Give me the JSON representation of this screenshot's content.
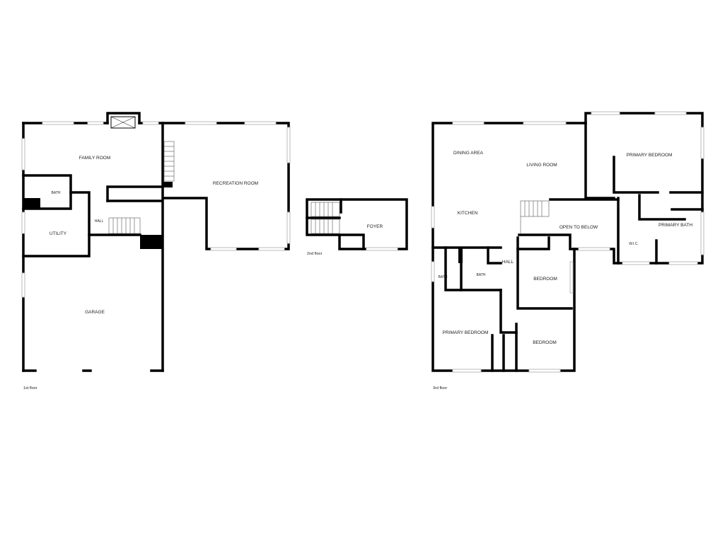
{
  "floors": [
    {
      "name": "1st floor",
      "rooms": [
        "FAMILY ROOM",
        "BATH",
        "UTILITY",
        "HALL",
        "GARAGE",
        "RECREATION ROOM"
      ]
    },
    {
      "name": "2nd floor",
      "rooms": [
        "FOYER"
      ]
    },
    {
      "name": "3rd floor",
      "rooms": [
        "DINING AREA",
        "LIVING ROOM",
        "PRIMARY BEDROOM",
        "KITCHEN",
        "OPEN TO BELOW",
        "PRIMARY BATH",
        "W.I.C.",
        "BATH",
        "BATH",
        "HALL",
        "BEDROOM",
        "PRIMARY BEDROOM",
        "BEDROOM"
      ]
    }
  ]
}
